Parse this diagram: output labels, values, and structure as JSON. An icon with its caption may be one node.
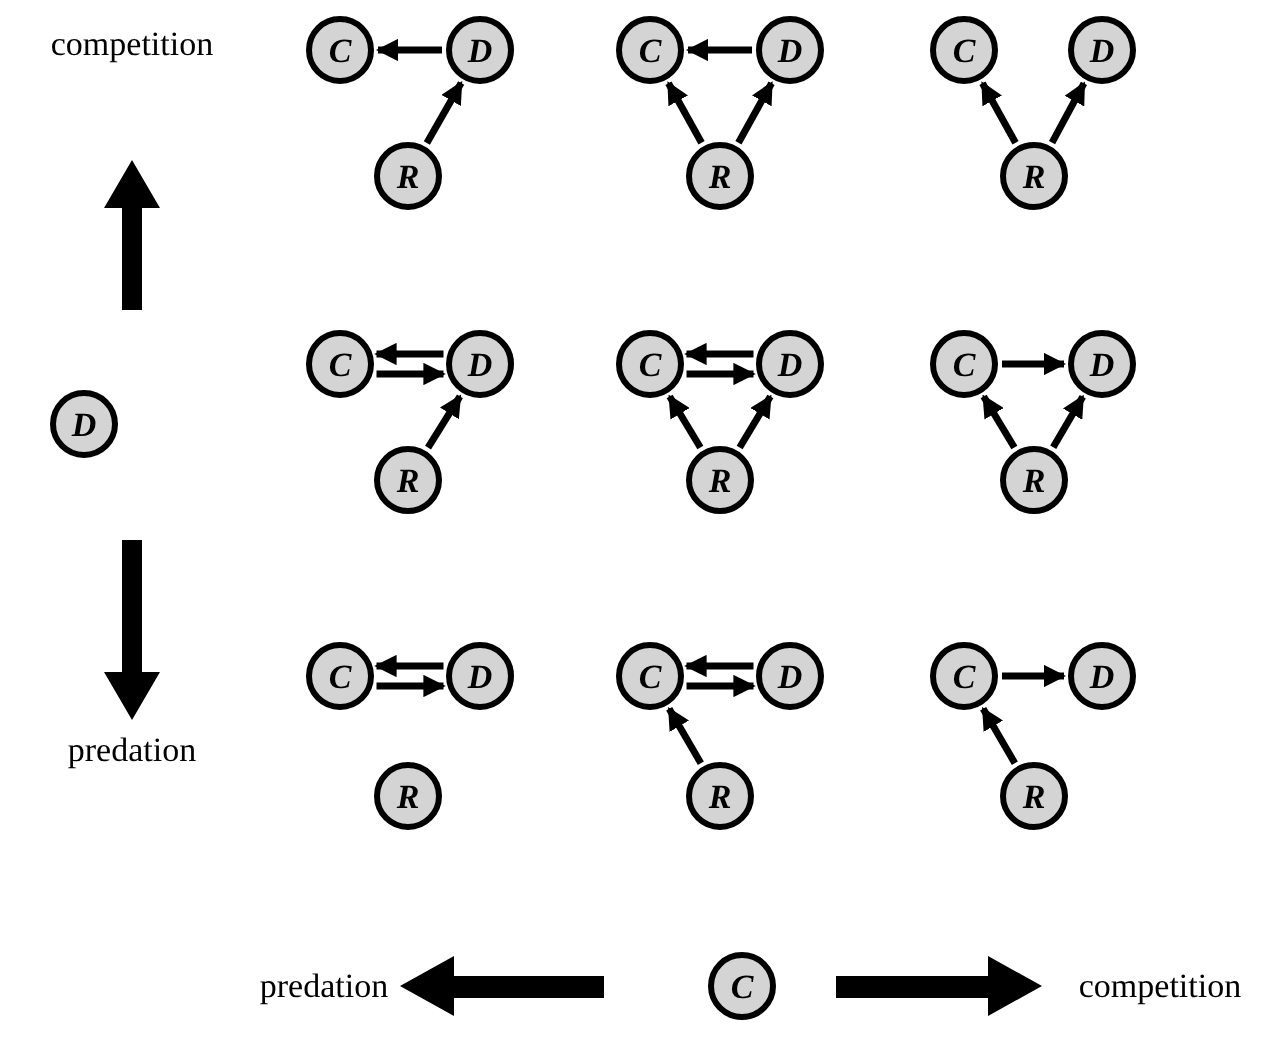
{
  "diagram": {
    "nodes": [
      {
        "text": [
          "C"
        ]
      },
      {
        "text": [
          "D"
        ]
      },
      {
        "text": [
          "R"
        ]
      },
      {
        "text": [
          "C"
        ]
      },
      {
        "text": [
          "D"
        ]
      },
      {
        "text": [
          "R"
        ]
      },
      {
        "text": [
          "C"
        ]
      },
      {
        "text": [
          "D"
        ]
      },
      {
        "text": [
          "R"
        ]
      },
      {
        "text": [
          "D"
        ]
      },
      {
        "text": [
          "C"
        ]
      },
      {
        "text": [
          "D"
        ]
      },
      {
        "text": [
          "R"
        ]
      },
      {
        "text": [
          "C"
        ]
      },
      {
        "text": [
          "D"
        ]
      },
      {
        "text": [
          "R"
        ]
      },
      {
        "text": [
          "C"
        ]
      },
      {
        "text": [
          "D"
        ]
      },
      {
        "text": [
          "R"
        ]
      },
      {
        "text": [
          "C"
        ]
      },
      {
        "text": [
          "D"
        ]
      },
      {
        "text": [
          "R"
        ]
      },
      {
        "text": [
          "C"
        ]
      },
      {
        "text": [
          "D"
        ]
      },
      {
        "text": [
          "R"
        ]
      },
      {
        "text": [
          "C"
        ]
      },
      {
        "text": [
          "D"
        ]
      },
      {
        "text": [
          "R"
        ]
      },
      {
        "text": [
          "C"
        ]
      }
    ],
    "edges": [
      {
        "from": 1,
        "to": 0,
        "arrow": "to"
      },
      {
        "from": 2,
        "to": 1,
        "arrow": "to"
      },
      {
        "from": 4,
        "to": 3,
        "arrow": "to"
      },
      {
        "from": 5,
        "to": 3,
        "arrow": "to"
      },
      {
        "from": 5,
        "to": 4,
        "arrow": "to"
      },
      {
        "from": 8,
        "to": 6,
        "arrow": "to"
      },
      {
        "from": 8,
        "to": 7,
        "arrow": "to"
      },
      {
        "from": 11,
        "to": 10,
        "arrow": "to"
      },
      {
        "from": 10,
        "to": 11,
        "arrow": "to"
      },
      {
        "from": 12,
        "to": 11,
        "arrow": "to"
      },
      {
        "from": 14,
        "to": 13,
        "arrow": "to"
      },
      {
        "from": 13,
        "to": 14,
        "arrow": "to"
      },
      {
        "from": 15,
        "to": 13,
        "arrow": "to"
      },
      {
        "from": 15,
        "to": 14,
        "arrow": "to"
      },
      {
        "from": 16,
        "to": 17,
        "arrow": "to"
      },
      {
        "from": 18,
        "to": 16,
        "arrow": "to"
      },
      {
        "from": 18,
        "to": 17,
        "arrow": "to"
      },
      {
        "from": 20,
        "to": 19,
        "arrow": "to"
      },
      {
        "from": 19,
        "to": 20,
        "arrow": "to"
      },
      {
        "from": 23,
        "to": 22,
        "arrow": "to"
      },
      {
        "from": 22,
        "to": 23,
        "arrow": "to"
      },
      {
        "from": 24,
        "to": 22,
        "arrow": "to"
      },
      {
        "from": 25,
        "to": 26,
        "arrow": "to"
      },
      {
        "from": 27,
        "to": 25,
        "arrow": "to"
      }
    ],
    "labels": [
      "competition",
      "predation",
      "predation",
      "competition"
    ]
  }
}
